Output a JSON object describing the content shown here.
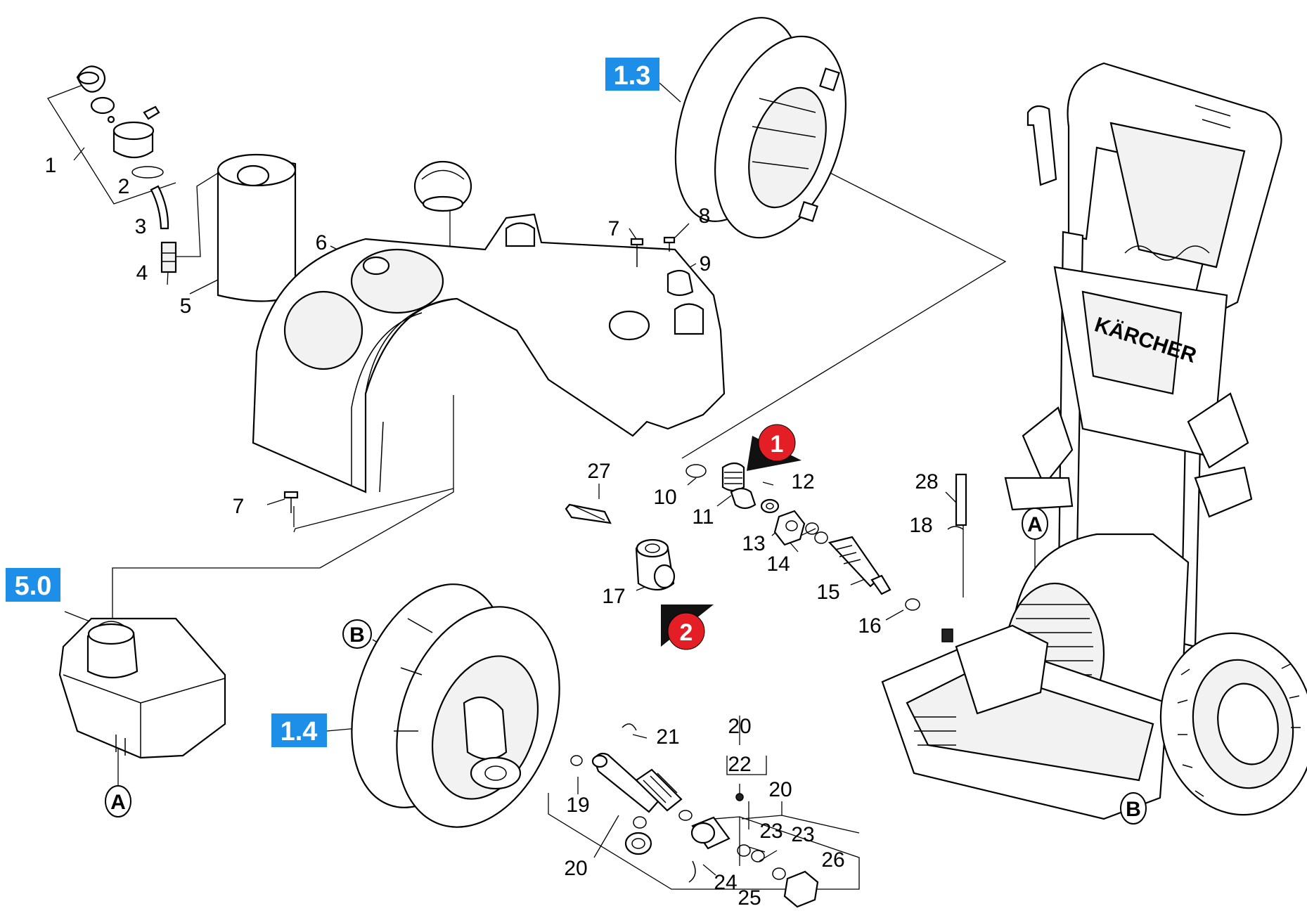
{
  "callouts": [
    {
      "id": "c1",
      "text": "1"
    },
    {
      "id": "c2",
      "text": "2"
    },
    {
      "id": "c3",
      "text": "3"
    },
    {
      "id": "c4",
      "text": "4"
    },
    {
      "id": "c5",
      "text": "5"
    },
    {
      "id": "c6",
      "text": "6"
    },
    {
      "id": "c7a",
      "text": "7"
    },
    {
      "id": "c7b",
      "text": "7"
    },
    {
      "id": "c8",
      "text": "8"
    },
    {
      "id": "c9",
      "text": "9"
    },
    {
      "id": "c10",
      "text": "10"
    },
    {
      "id": "c11",
      "text": "11"
    },
    {
      "id": "c12",
      "text": "12"
    },
    {
      "id": "c13",
      "text": "13"
    },
    {
      "id": "c14",
      "text": "14"
    },
    {
      "id": "c15",
      "text": "15"
    },
    {
      "id": "c16",
      "text": "16"
    },
    {
      "id": "c17",
      "text": "17"
    },
    {
      "id": "c18",
      "text": "18"
    },
    {
      "id": "c19",
      "text": "19"
    },
    {
      "id": "c20a",
      "text": "20"
    },
    {
      "id": "c20b",
      "text": "20"
    },
    {
      "id": "c20c",
      "text": "20"
    },
    {
      "id": "c21",
      "text": "21"
    },
    {
      "id": "c22",
      "text": "22"
    },
    {
      "id": "c23a",
      "text": "23"
    },
    {
      "id": "c23b",
      "text": "23"
    },
    {
      "id": "c24",
      "text": "24"
    },
    {
      "id": "c25",
      "text": "25"
    },
    {
      "id": "c26",
      "text": "26"
    },
    {
      "id": "c27",
      "text": "27"
    },
    {
      "id": "c28",
      "text": "28"
    }
  ],
  "badges": {
    "b13": "1.3",
    "b14": "1.4",
    "b50": "5.0",
    "color": "#1e8fe8"
  },
  "red_markers": {
    "m1": "1",
    "m2": "2",
    "color": "#e31e24"
  },
  "circle_refs": {
    "a1": "A",
    "a2": "A",
    "b1": "B",
    "b2": "B"
  },
  "brand": "KÄRCHER"
}
